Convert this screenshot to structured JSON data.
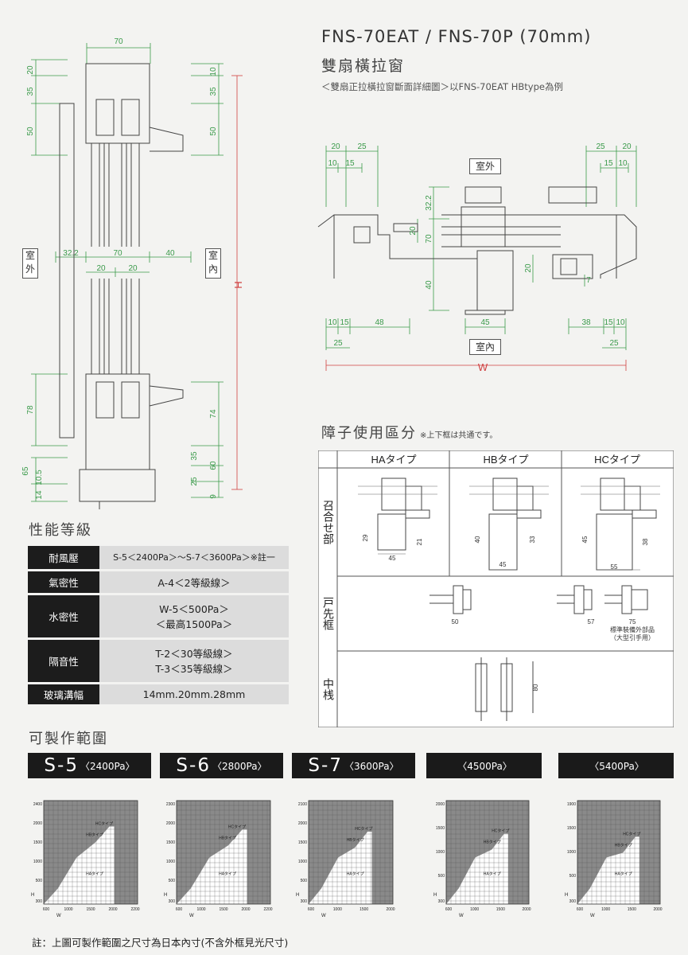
{
  "header": {
    "title": "FNS-70EAT / FNS-70P (70mm)",
    "subtitle": "雙扇橫拉窗",
    "caption": "＜雙扇正拉橫拉窗斷面詳細圖＞以FNS-70EAT HBtype為例"
  },
  "vertical_section": {
    "top_dims": [
      "70",
      "20",
      "35",
      "50",
      "10",
      "35",
      "50"
    ],
    "mid_dims": [
      "32.2",
      "70",
      "40",
      "20",
      "20"
    ],
    "bottom_dims": [
      "78",
      "74",
      "65",
      "10.5",
      "14",
      "35",
      "60",
      "25",
      "9"
    ],
    "height_label": "H",
    "outside_label": "室外",
    "inside_label": "室內"
  },
  "horizontal_section": {
    "outside_label": "室外",
    "inside_label": "室內",
    "width_label": "W",
    "left_top_dims": [
      "20",
      "25",
      "10",
      "15"
    ],
    "right_top_dims": [
      "25",
      "20",
      "15",
      "10"
    ],
    "center_dims": [
      "32.2",
      "20",
      "70",
      "40",
      "20",
      "7"
    ],
    "left_bottom_dims": [
      "10",
      "15",
      "48",
      "25"
    ],
    "center_bottom_dims": [
      "45"
    ],
    "right_bottom_dims": [
      "38",
      "15",
      "10",
      "25"
    ]
  },
  "muntin": {
    "title": "障子使用區分",
    "note": "※上下框は共通です。",
    "columns": [
      "HAタイプ",
      "HBタイプ",
      "HCタイプ"
    ],
    "rows": [
      "召合せ部",
      "戸先框",
      "中桟"
    ],
    "meeting_dims": {
      "ha": [
        "29",
        "21",
        "45"
      ],
      "hb": [
        "40",
        "33",
        "45"
      ],
      "hc": [
        "45",
        "38",
        "55"
      ]
    },
    "edge_dims": [
      "50",
      "57",
      "75"
    ],
    "edge_note_1": "標準裝備外部品",
    "edge_note_2": "（大型引手用）",
    "middle_dim": "80"
  },
  "performance": {
    "title": "性能等級",
    "rows": [
      {
        "key": "耐風壓",
        "value": "S-5＜2400Pa＞～S-7＜3600Pa＞※註一"
      },
      {
        "key": "氣密性",
        "value": "A-4＜2等級線＞"
      },
      {
        "key": "水密性",
        "value": "W-5＜500Pa＞",
        "value2": "＜最高1500Pa＞"
      },
      {
        "key": "隔音性",
        "value": "T-2＜30等級線＞",
        "value2": "T-3＜35等級線＞"
      },
      {
        "key": "玻璃溝幅",
        "value": "14mm.20mm.28mm"
      }
    ]
  },
  "manufacturable": {
    "title": "可製作範圍",
    "models": [
      {
        "code": "S-5",
        "pa": "〈2400Pa〉"
      },
      {
        "code": "S-6",
        "pa": "〈2800Pa〉"
      },
      {
        "code": "S-7",
        "pa": "〈3600Pa〉"
      },
      {
        "code": "",
        "pa": "〈4500Pa〉"
      },
      {
        "code": "",
        "pa": "〈5400Pa〉"
      }
    ],
    "charts": [
      {
        "h_ticks": [
          "2400",
          "2000",
          "1500",
          "1000",
          "500",
          "300"
        ],
        "w_ticks": [
          "600",
          "1000",
          "1500",
          "2000",
          "2200"
        ],
        "labels": [
          "HCタイプ",
          "HBタイプ",
          "HAタイプ"
        ]
      },
      {
        "h_ticks": [
          "2300",
          "2000",
          "1500",
          "1000",
          "500",
          "300"
        ],
        "w_ticks": [
          "600",
          "1000",
          "1500",
          "2000",
          "2200"
        ],
        "labels": [
          "HCタイプ",
          "HBタイプ",
          "HAタイプ"
        ]
      },
      {
        "h_ticks": [
          "2100",
          "2000",
          "1500",
          "1000",
          "500",
          "300"
        ],
        "w_ticks": [
          "600",
          "1000",
          "1500",
          "2000"
        ],
        "labels": [
          "HCタイプ",
          "HBタイプ",
          "HAタイプ"
        ]
      },
      {
        "h_ticks": [
          "2000",
          "1500",
          "1000",
          "500",
          "300"
        ],
        "w_ticks": [
          "600",
          "1000",
          "1500",
          "2000"
        ],
        "labels": [
          "HCタイプ",
          "HBタイプ",
          "HAタイプ"
        ]
      },
      {
        "h_ticks": [
          "1900",
          "1500",
          "1000",
          "500",
          "300"
        ],
        "w_ticks": [
          "600",
          "1000",
          "1500",
          "2000"
        ],
        "labels": [
          "HCタイプ",
          "HBタイプ",
          "HAタイプ"
        ]
      }
    ],
    "h_axis": "H",
    "w_axis": "W"
  },
  "footnote": "註：上圖可製作範圍之尺寸為日本內寸(不含外框見光尺寸)",
  "colors": {
    "dim_green": "#3a9a4a",
    "dim_red": "#d04040",
    "dark": "#1a1a1a",
    "grid_gray": "#8a8a8a"
  }
}
